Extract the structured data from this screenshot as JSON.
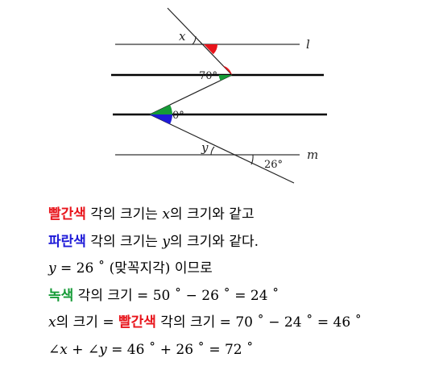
{
  "diagram": {
    "labels": {
      "l": "l",
      "m": "m",
      "x": "x",
      "y": "y",
      "a70": "70°",
      "a0": "0°",
      "a26": "26°"
    },
    "colors": {
      "red": "#e8141b",
      "blue": "#1f1bd8",
      "green": "#169b37",
      "line": "#000000"
    }
  },
  "solution": {
    "line1": {
      "kw": "빨간색",
      "a": " 각의 크기는 ",
      "v": "x",
      "b": "의 크기와 같고"
    },
    "line2": {
      "kw": "파란색",
      "a": " 각의 크기는 ",
      "v": "y",
      "b": "의 크기와 같다."
    },
    "line3": {
      "v": "y",
      "a": " = 26 ˚ (맞꼭지각) 이므로"
    },
    "line4": {
      "kw": "녹색",
      "a": " 각의 크기 = 50 ˚ − 26 ˚ = 24 ˚"
    },
    "line5": {
      "v": "x",
      "a": "의 크기 = ",
      "kw": "빨간색",
      "b": " 각의 크기 = 70 ˚ − 24 ˚ = 46 ˚"
    },
    "line6": {
      "p1": "∠",
      "v1": "x",
      "p2": " + ∠",
      "v2": "y",
      "p3": " = 46 ˚ + 26 ˚ = 72 ˚"
    }
  }
}
